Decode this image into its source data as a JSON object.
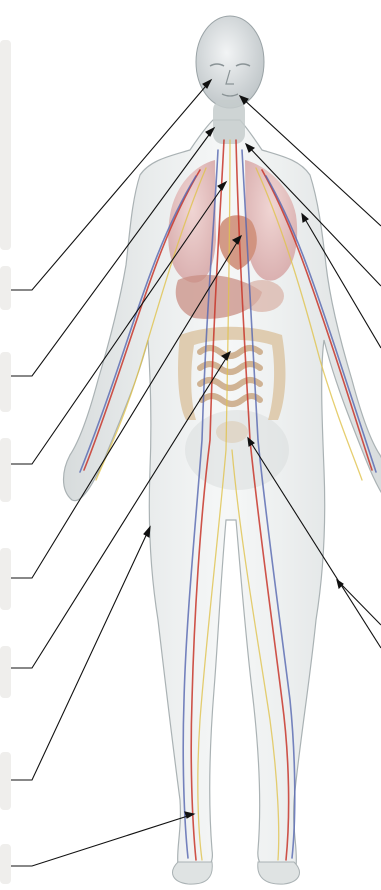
{
  "figure": {
    "subject": "anatomical-full-body-illustration",
    "label_boxes_left": 8,
    "label_lines_right": 5,
    "colors": {
      "label_box": "#efeeec",
      "leader_line": "#111111",
      "skin_shell": "#d9dede",
      "head": "#cfd4d6",
      "lungs": "#e4bdbd",
      "heart": "#cf8f7a",
      "liver": "#c98f84",
      "intestine": "#dcc6a4",
      "artery": "#c8362b",
      "vein": "#5566b0",
      "nerve": "#e0c34d"
    }
  }
}
